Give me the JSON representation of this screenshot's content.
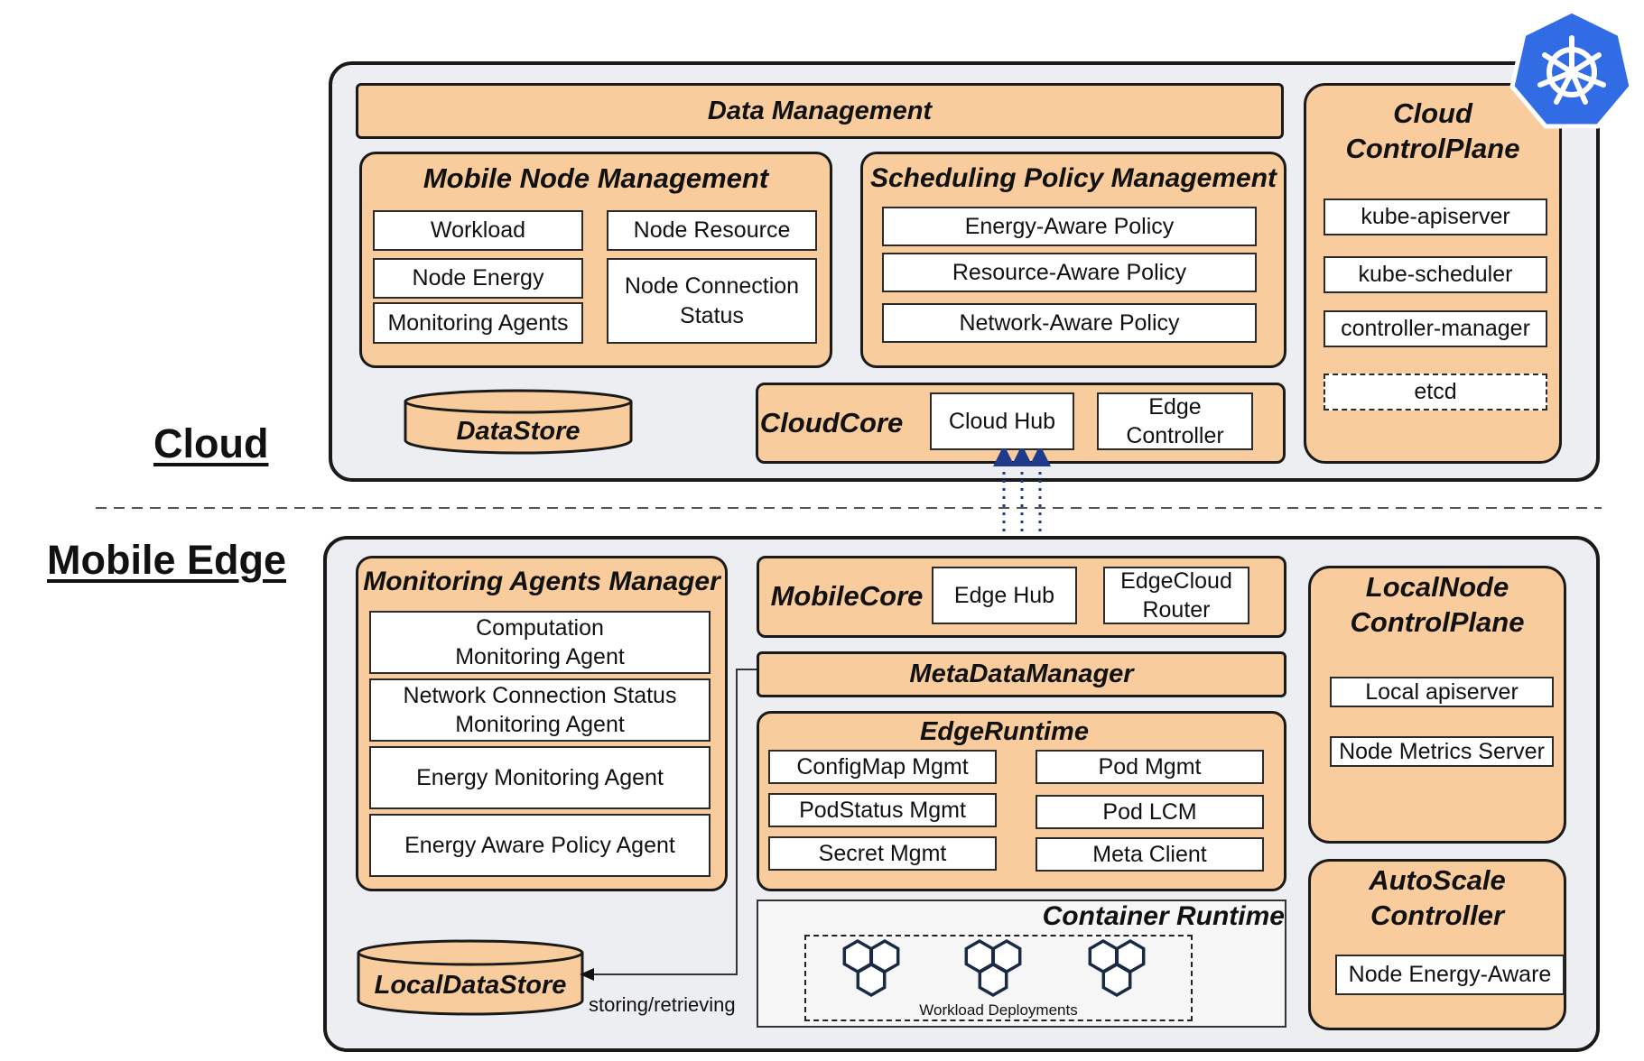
{
  "layers": {
    "cloud": "Cloud",
    "edge": "Mobile Edge"
  },
  "cloud": {
    "data_management": "Data Management",
    "mobile_node_mgmt": {
      "title": "Mobile Node Management",
      "items": [
        "Workload",
        "Node Resource",
        "Node Energy",
        "Node Connection\nStatus",
        "Monitoring Agents"
      ]
    },
    "scheduling": {
      "title": "Scheduling Policy Management",
      "items": [
        "Energy-Aware Policy",
        "Resource-Aware Policy",
        "Network-Aware Policy"
      ]
    },
    "datastore": "DataStore",
    "cloudcore": {
      "title": "CloudCore",
      "items": [
        "Cloud Hub",
        "Edge\nController"
      ]
    },
    "control_plane": {
      "title": "Cloud\nControlPlane",
      "items": [
        "kube-apiserver",
        "kube-scheduler",
        "controller-manager",
        "etcd"
      ]
    }
  },
  "edge": {
    "monitoring": {
      "title": "Monitoring Agents Manager",
      "items": [
        "Computation\nMonitoring Agent",
        "Network Connection Status\nMonitoring Agent",
        "Energy Monitoring Agent",
        "Energy Aware Policy Agent"
      ]
    },
    "mobilecore": {
      "title": "MobileCore",
      "items": [
        "Edge Hub",
        "EdgeCloud\nRouter"
      ]
    },
    "metadata_manager": "MetaDataManager",
    "edgeruntime": {
      "title": "EdgeRuntime",
      "items": [
        "ConfigMap Mgmt",
        "Pod Mgmt",
        "PodStatus Mgmt",
        "Pod LCM",
        "Secret Mgmt",
        "Meta Client"
      ]
    },
    "container_runtime": {
      "title": "Container Runtime",
      "workload": "Workload Deployments"
    },
    "localdatastore": "LocalDataStore",
    "storing": "storing/retrieving",
    "local_control_plane": {
      "title": "LocalNode\nControlPlane",
      "items": [
        "Local apiserver",
        "Node Metrics Server"
      ]
    },
    "autoscale": {
      "title": "AutoScale\nController",
      "items": [
        "Node Energy-Aware"
      ]
    }
  },
  "colors": {
    "box_fill": "#f8cc9c",
    "layer_fill": "#eceef1",
    "k8s_blue": "#326ce5",
    "arrow": "#1f3a8a"
  },
  "icons": [
    "kubernetes-logo",
    "hexagon-cluster-icon"
  ]
}
